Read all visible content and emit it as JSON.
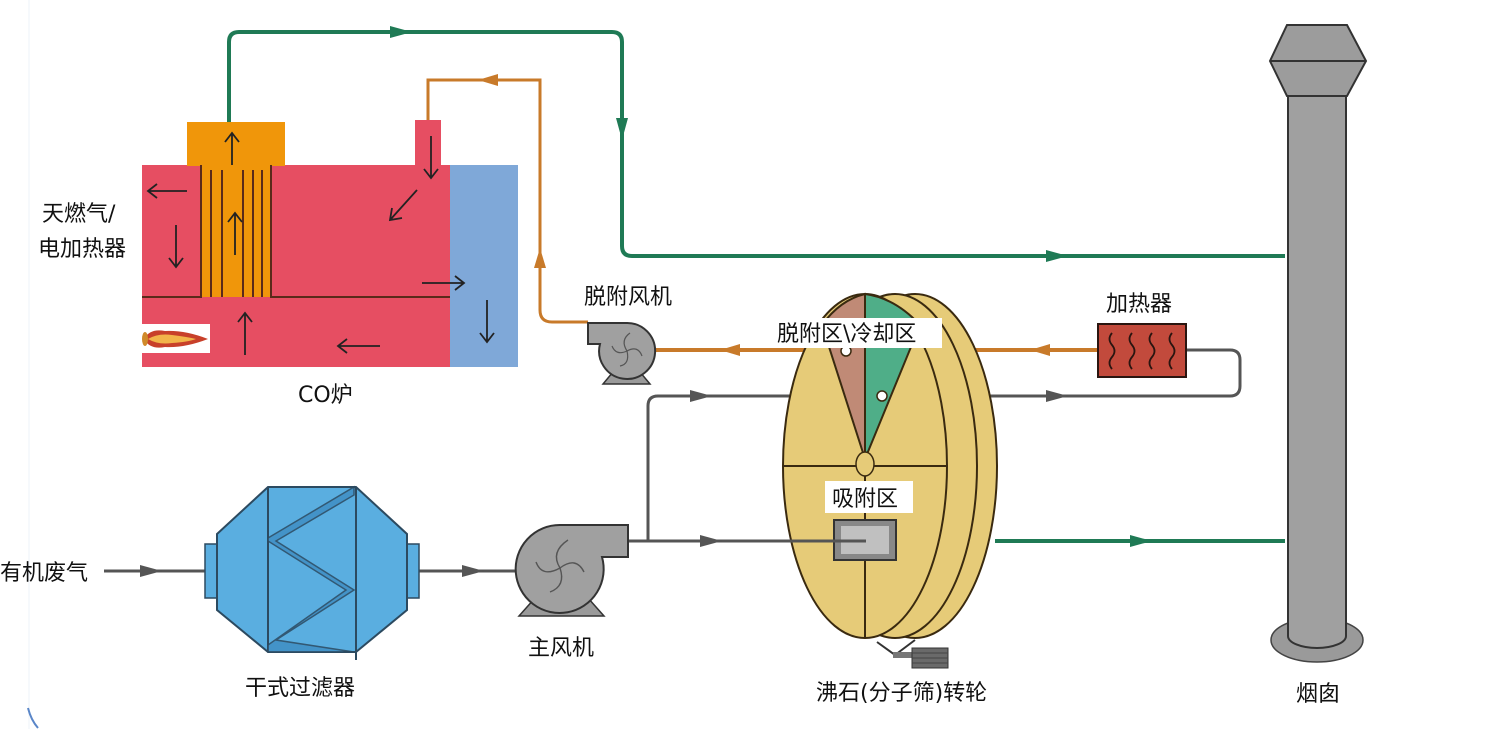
{
  "title": "沸石转轮 + CO炉 有机废气处理工艺流程",
  "labels": {
    "voc_inlet": "有机废气",
    "dry_filter": "干式过滤器",
    "main_fan": "主风机",
    "desorption_fan": "脱附风机",
    "desorb_cool_zone": "脱附区\\冷却区",
    "adsorption_zone": "吸附区",
    "zeolite_rotor": "沸石(分子筛)转轮",
    "heater": "加热器",
    "chimney": "烟囱",
    "co_furnace": "CO炉",
    "burner_line1": "天燃气/",
    "burner_line2": "电加热器"
  },
  "flows": [
    {
      "name": "voc-inlet-flow",
      "from": "有机废气",
      "to": "干式过滤器",
      "color": "#555555"
    },
    {
      "name": "filter-to-fan-flow",
      "from": "干式过滤器",
      "to": "主风机",
      "color": "#555555"
    },
    {
      "name": "fan-to-adsorption-flow",
      "from": "主风机",
      "to": "吸附区",
      "color": "#555555"
    },
    {
      "name": "cooling-branch-flow",
      "from": "主风机",
      "to": "冷却区",
      "color": "#555555"
    },
    {
      "name": "cooling-to-heater-flow",
      "from": "冷却区",
      "to": "加热器",
      "color": "#555555"
    },
    {
      "name": "heater-to-desorption-flow",
      "from": "加热器",
      "to": "脱附区",
      "color": "#c87a2a"
    },
    {
      "name": "desorption-to-fan-flow",
      "from": "脱附区",
      "to": "脱附风机",
      "color": "#c87a2a"
    },
    {
      "name": "desorption-fan-to-co-flow",
      "from": "脱附风机",
      "to": "CO炉",
      "color": "#c87a2a"
    },
    {
      "name": "co-exhaust-flow",
      "from": "CO炉",
      "to": "烟囱",
      "color": "#1f7a55"
    },
    {
      "name": "clean-air-flow",
      "from": "吸附区",
      "to": "烟囱",
      "color": "#1f7a55"
    }
  ],
  "colors": {
    "clean_line": "#1f7a55",
    "desorb_line": "#c87a2a",
    "process_line": "#555555",
    "furnace_red": "#e64e62",
    "furnace_blue": "#7fa8d8",
    "heat_exchanger": "#f0960a",
    "rotor_body": "#e6cb78",
    "desorb_sector": "#c08a76",
    "cool_sector": "#4fae88",
    "filter_blue": "#5aaee0",
    "heater_red": "#c24a3c",
    "equipment_gray": "#a0a0a0"
  }
}
